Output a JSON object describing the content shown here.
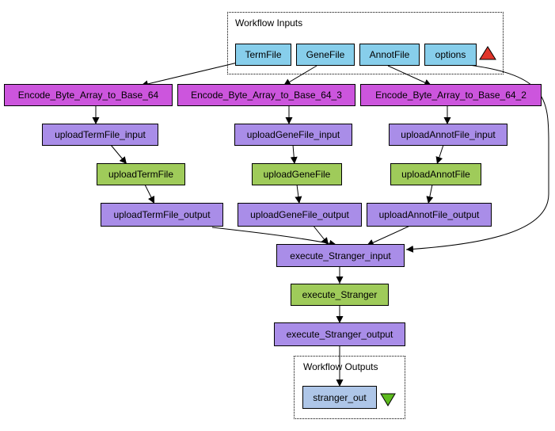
{
  "clusters": {
    "inputs_label": "Workflow Inputs",
    "outputs_label": "Workflow Outputs"
  },
  "inputs": {
    "termfile": "TermFile",
    "genefile": "GeneFile",
    "annotfile": "AnnotFile",
    "options": "options"
  },
  "encode": {
    "e1": "Encode_Byte_Array_to_Base_64",
    "e3": "Encode_Byte_Array_to_Base_64_3",
    "e2": "Encode_Byte_Array_to_Base_64_2"
  },
  "uploads": {
    "term_input": "uploadTermFile_input",
    "gene_input": "uploadGeneFile_input",
    "annot_input": "uploadAnnotFile_input",
    "term": "uploadTermFile",
    "gene": "uploadGeneFile",
    "annot": "uploadAnnotFile",
    "term_output": "uploadTermFile_output",
    "gene_output": "uploadGeneFile_output",
    "annot_output": "uploadAnnotFile_output"
  },
  "execute": {
    "input": "execute_Stranger_input",
    "service": "execute_Stranger",
    "output": "execute_Stranger_output"
  },
  "outputs": {
    "stranger_out": "stranger_out"
  },
  "colors": {
    "input": "#87ceeb",
    "encode": "#cc55dd",
    "io": "#a98de8",
    "service": "#9fcb5a",
    "output": "#aec6e8",
    "inputs_marker": "#e0352b",
    "outputs_marker": "#5dbb1e"
  }
}
